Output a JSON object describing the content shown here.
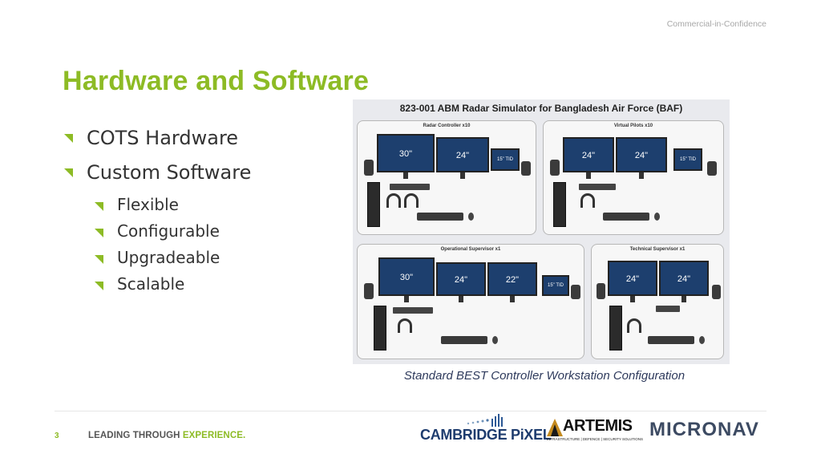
{
  "header": {
    "confidentiality": "Commercial-in-Confidence",
    "title": "Hardware and Software"
  },
  "bullets": {
    "level1": [
      "COTS Hardware",
      "Custom Software"
    ],
    "level2": [
      "Flexible",
      "Configurable",
      "Upgradeable",
      "Scalable"
    ]
  },
  "figure": {
    "title": "823-001 ABM Radar Simulator for Bangladesh Air Force (BAF)",
    "caption": "Standard BEST Controller Workstation Configuration",
    "panels": [
      {
        "label": "Radar Controller x10",
        "monitors": [
          "30\"",
          "24\"",
          "15\" TID"
        ]
      },
      {
        "label": "Virtual Pilots x10",
        "monitors": [
          "24\"",
          "24\"",
          "15\" TID"
        ]
      },
      {
        "label": "Operational Supervisor x1",
        "monitors": [
          "30\"",
          "24\"",
          "22\"",
          "15\" TID"
        ]
      },
      {
        "label": "Technical Supervisor x1",
        "monitors": [
          "24\"",
          "24\""
        ]
      }
    ]
  },
  "footer": {
    "page_number": "3",
    "tagline_part1": "LEADING THROUGH ",
    "tagline_part2": "EXPERIENCE.",
    "logos": {
      "cambridge_main": "CAMBRIDGE ",
      "cambridge_pixel": "PiXEL",
      "artemis": "ARTEMIS",
      "artemis_sub": "INFRASTRUCTURE | DEFENCE | SECURITY SOLUTIONS",
      "micronav": "MICRONAV"
    }
  },
  "colors": {
    "accent_green": "#8dbb25",
    "navy": "#1e3c6e",
    "monitor_blue": "#1d3f6e"
  }
}
